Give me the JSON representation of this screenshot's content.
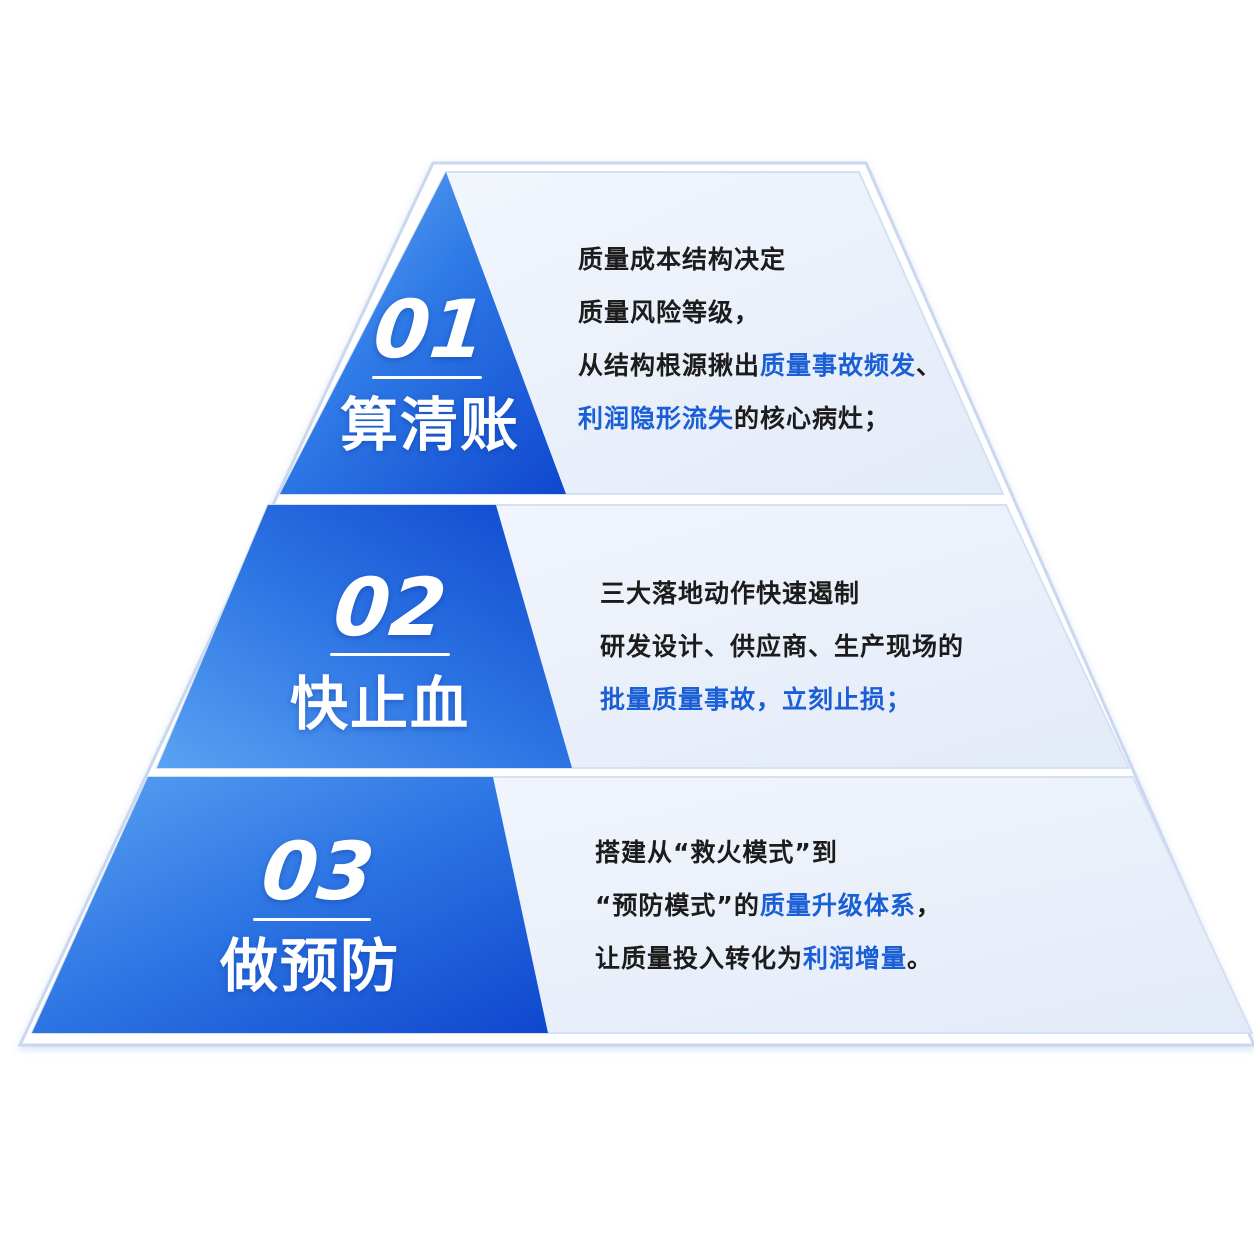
{
  "colors": {
    "accent": "#1b5fd6",
    "dark_blue": "#1654d8",
    "light_blue": "#5aa2f2",
    "panel": "#e9effa",
    "border": "#c9d8ef",
    "text": "#1c1c1c"
  },
  "tiers": [
    {
      "number": "01",
      "title": "算清账",
      "lines": [
        [
          {
            "text": "质量成本结构决定",
            "hl": false
          }
        ],
        [
          {
            "text": "质量风险等级，",
            "hl": false
          }
        ],
        [
          {
            "text": "从结构根源揪出",
            "hl": false
          },
          {
            "text": "质量事故频发",
            "hl": true
          },
          {
            "text": "、",
            "hl": false
          }
        ],
        [
          {
            "text": "利润隐形流失",
            "hl": true
          },
          {
            "text": "的核心病灶；",
            "hl": false
          }
        ]
      ]
    },
    {
      "number": "02",
      "title": "快止血",
      "lines": [
        [
          {
            "text": "三大落地动作快速遏制",
            "hl": false
          }
        ],
        [
          {
            "text": "研发设计、供应商、生产现场的",
            "hl": false
          }
        ],
        [
          {
            "text": "批量质量事故，立刻止损；",
            "hl": true
          }
        ]
      ]
    },
    {
      "number": "03",
      "title": "做预防",
      "lines": [
        [
          {
            "text": "搭建从“救火模式”到",
            "hl": false
          }
        ],
        [
          {
            "text": "“预防模式”的",
            "hl": false
          },
          {
            "text": "质量升级体系",
            "hl": true
          },
          {
            "text": "，",
            "hl": false
          }
        ],
        [
          {
            "text": "让质量投入转化为",
            "hl": false
          },
          {
            "text": "利润增量",
            "hl": true
          },
          {
            "text": "。",
            "hl": false
          }
        ]
      ]
    }
  ]
}
